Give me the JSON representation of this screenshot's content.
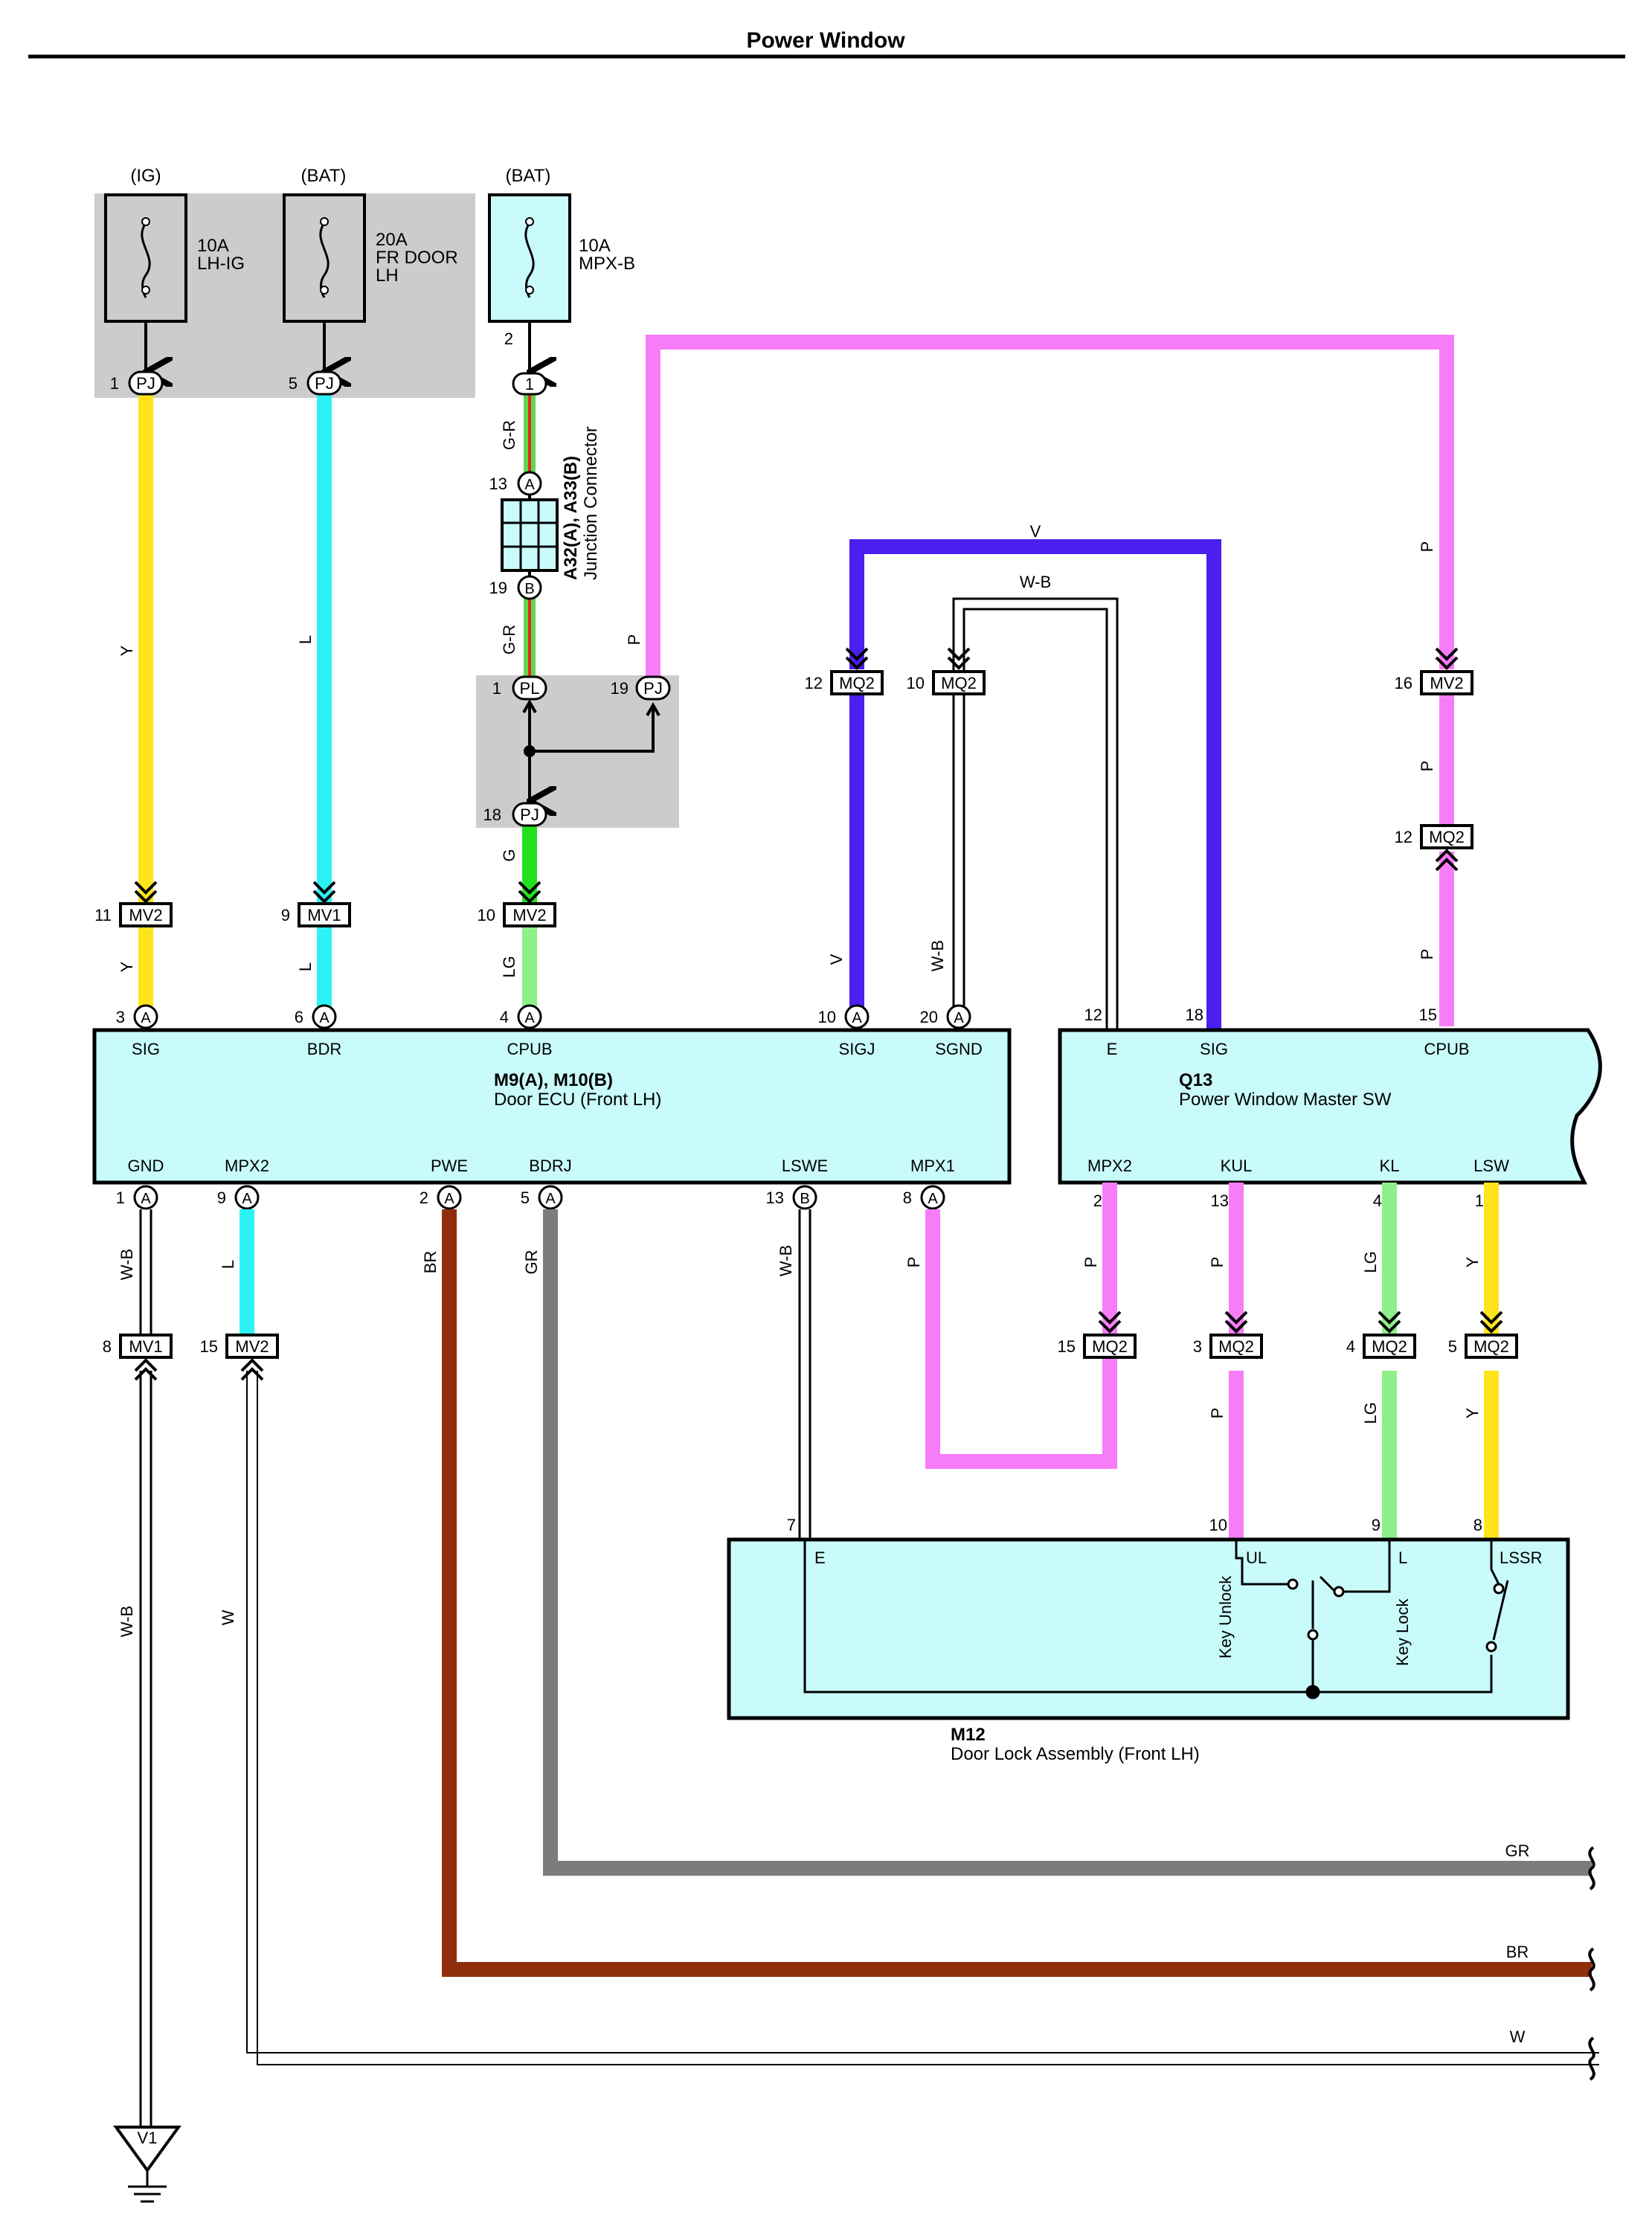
{
  "title": "Power Window",
  "colors": {
    "Y": "#ffe41a",
    "L": "#2cf2f5",
    "G": "#23e21d",
    "LG": "#8ef088",
    "P": "#f77cf7",
    "V": "#4a1ff0",
    "BR": "#8f2e0b",
    "GR": "#7c7c7c",
    "GR_R_green": "#5fd650",
    "GR_R_red": "#e5281e",
    "box_fill": "#c9fbfb",
    "gray_fill": "#cccccc"
  },
  "power": {
    "ig_label": "(IG)",
    "bat1_label": "(BAT)",
    "bat2_label": "(BAT)",
    "fuse1": [
      "10A",
      "LH-IG"
    ],
    "fuse2": [
      "20A",
      "FR DOOR",
      "LH"
    ],
    "fuse3": [
      "10A",
      "MPX-B"
    ]
  },
  "junction": {
    "pin_top": "2",
    "pin_top_conn": "1",
    "pin_a": "13",
    "conn_a": "A",
    "pin_b": "19",
    "conn_b": "B",
    "name": "A32(A), A33(B)",
    "desc": "Junction Connector",
    "pl_pin": "1",
    "pl": "PL",
    "pj19_pin": "19",
    "pj": "PJ",
    "pj18_pin": "18"
  },
  "wires": {
    "y": "Y",
    "l": "L",
    "gr_r": "G-R",
    "g": "G",
    "lg": "LG",
    "p": "P",
    "v": "V",
    "wb": "W-B",
    "w": "W",
    "br": "BR",
    "gr": "GR"
  },
  "connectors": {
    "pj1": "1",
    "pj5": "5",
    "mv2_11": "11",
    "mv1_9": "9",
    "mv2_10": "10",
    "mq2_12": "12",
    "mq2_10": "10",
    "mv2_16": "16",
    "mq2_12b": "12",
    "mv1_8": "8",
    "mv2_15": "15",
    "mq2_15": "15",
    "mq2_3": "3",
    "mq2_4": "4",
    "mq2_5": "5",
    "MV2": "MV2",
    "MV1": "MV1",
    "MQ2": "MQ2",
    "PJ": "PJ"
  },
  "ecu": {
    "name": "M9(A), M10(B)",
    "desc": "Door ECU (Front LH)",
    "top_pins": [
      {
        "num": "3",
        "conn": "A",
        "label": "SIG"
      },
      {
        "num": "6",
        "conn": "A",
        "label": "BDR"
      },
      {
        "num": "4",
        "conn": "A",
        "label": "CPUB"
      },
      {
        "num": "10",
        "conn": "A",
        "label": "SIGJ"
      },
      {
        "num": "20",
        "conn": "A",
        "label": "SGND"
      }
    ],
    "bottom_pins": [
      {
        "num": "1",
        "conn": "A",
        "label": "GND"
      },
      {
        "num": "9",
        "conn": "A",
        "label": "MPX2"
      },
      {
        "num": "2",
        "conn": "A",
        "label": "PWE"
      },
      {
        "num": "5",
        "conn": "A",
        "label": "BDRJ"
      },
      {
        "num": "13",
        "conn": "B",
        "label": "LSWE"
      },
      {
        "num": "8",
        "conn": "A",
        "label": "MPX1"
      }
    ]
  },
  "master": {
    "name": "Q13",
    "desc": "Power Window Master SW",
    "top_pins": [
      {
        "num": "12",
        "label": "E"
      },
      {
        "num": "18",
        "label": "SIG"
      },
      {
        "num": "15",
        "label": "CPUB"
      }
    ],
    "bottom_pins": [
      {
        "num": "2",
        "label": "MPX2"
      },
      {
        "num": "13",
        "label": "KUL"
      },
      {
        "num": "4",
        "label": "KL"
      },
      {
        "num": "1",
        "label": "LSW"
      }
    ]
  },
  "doorlock": {
    "name": "M12",
    "desc": "Door Lock Assembly (Front LH)",
    "pins": [
      {
        "num": "7",
        "label": "E"
      },
      {
        "num": "10",
        "label": "UL"
      },
      {
        "num": "9",
        "label": "L"
      },
      {
        "num": "8",
        "label": "LSSR"
      }
    ],
    "key_unlock": "Key Unlock",
    "key_lock": "Key Lock"
  },
  "ground": {
    "label": "V1"
  }
}
